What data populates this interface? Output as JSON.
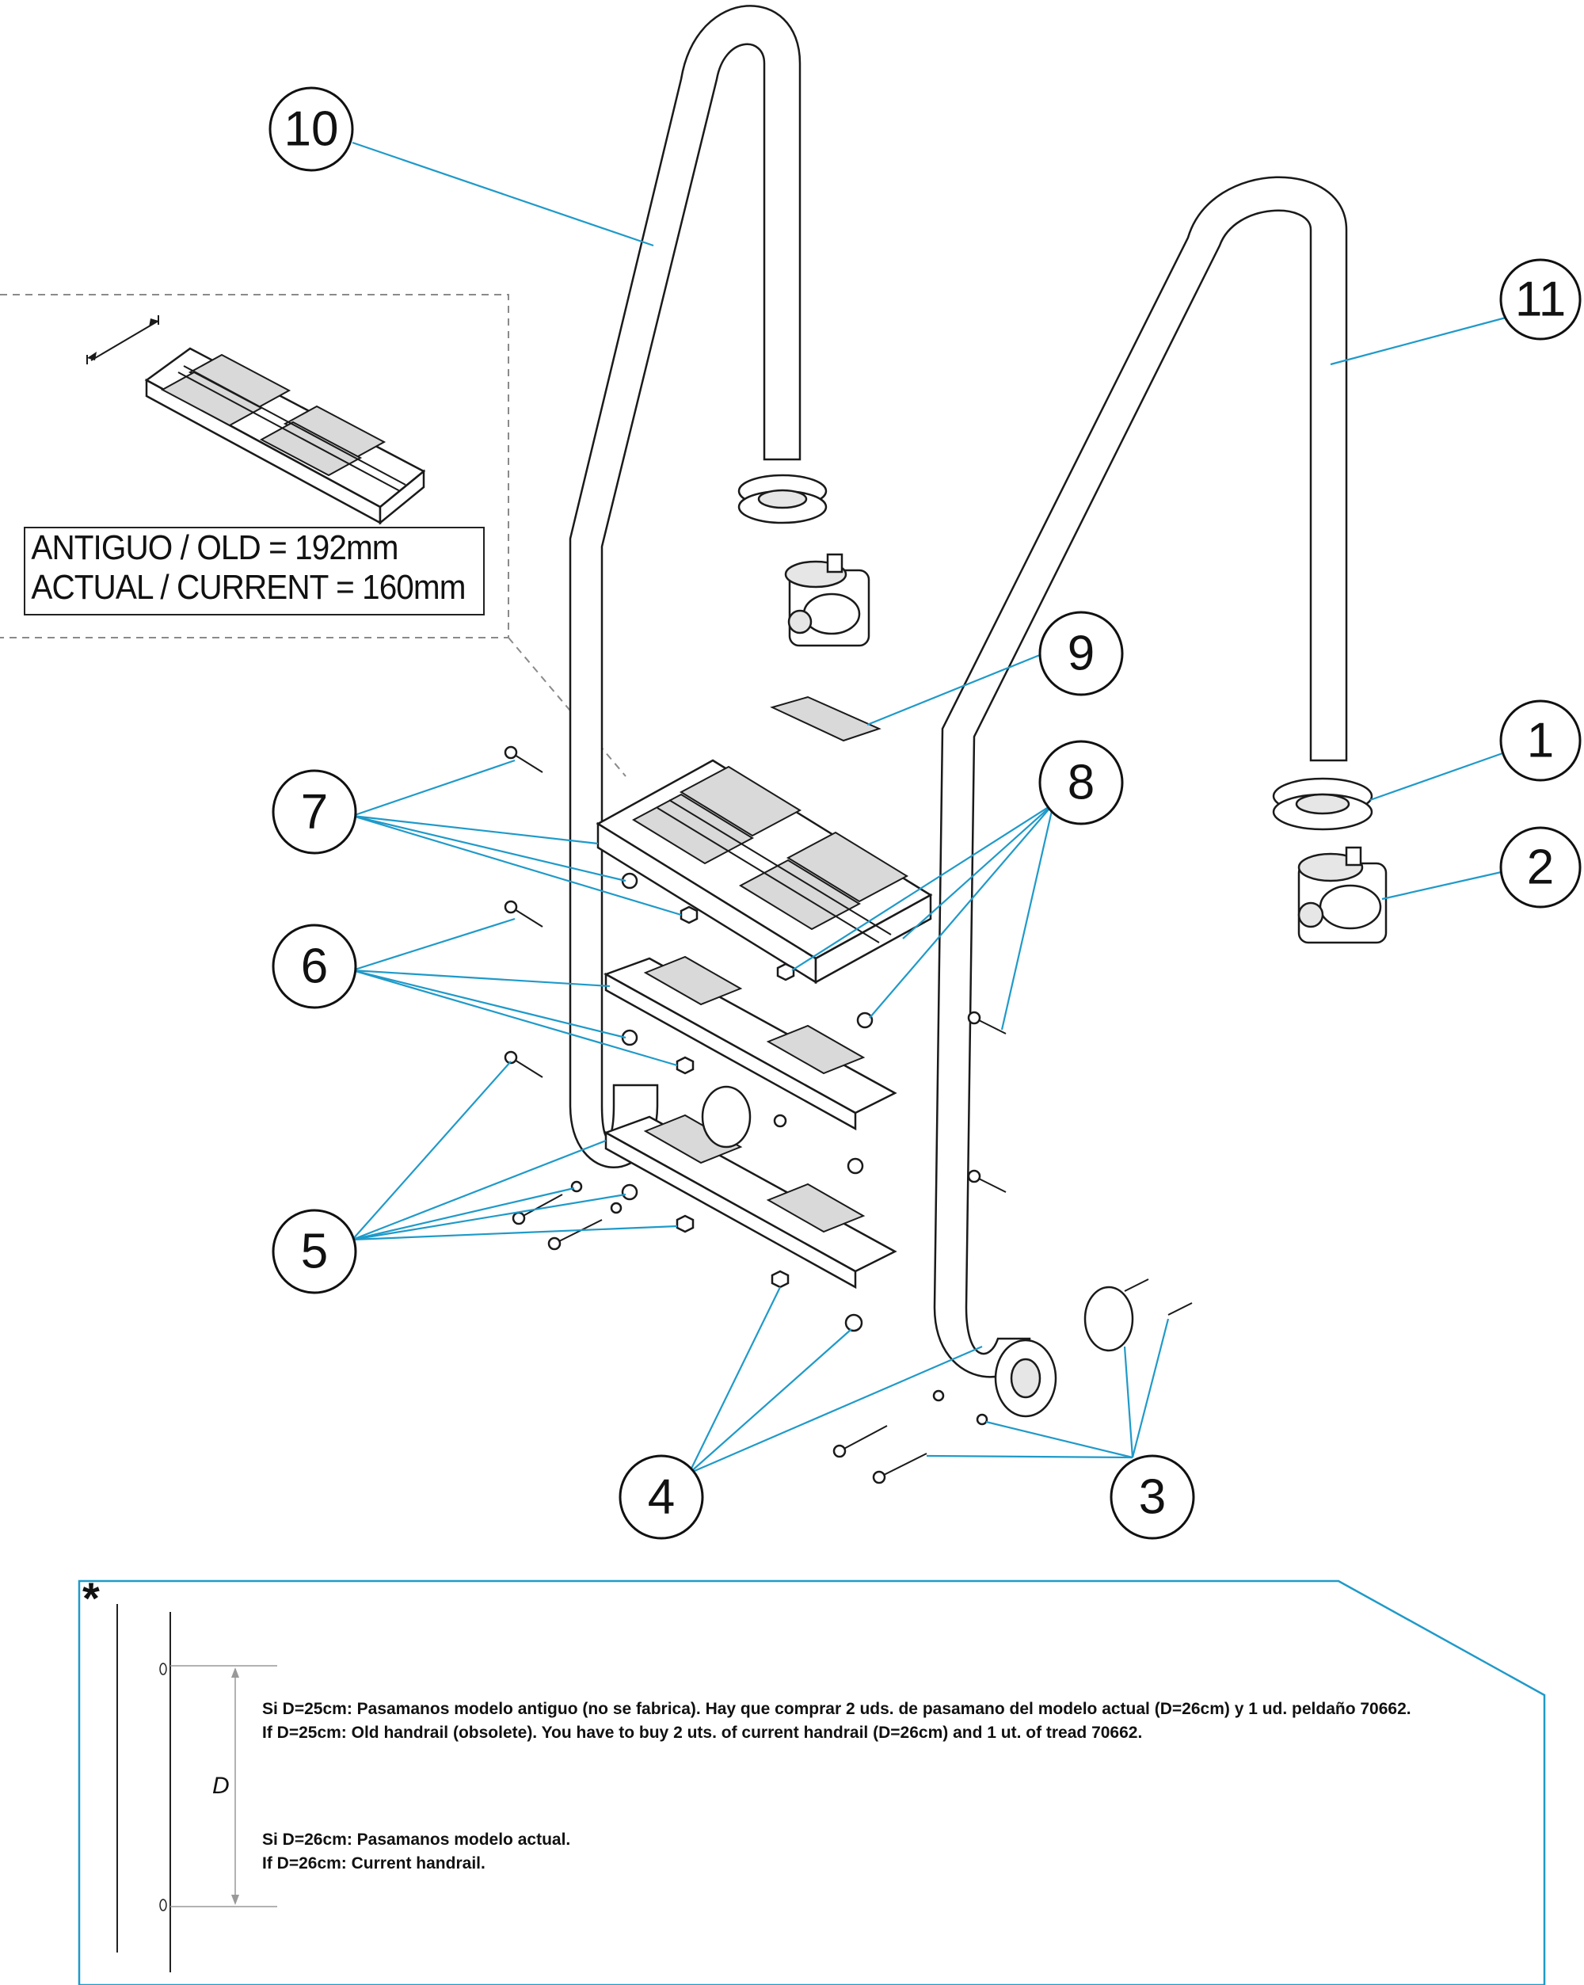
{
  "callouts": [
    {
      "number": "1"
    },
    {
      "number": "2"
    },
    {
      "number": "3"
    },
    {
      "number": "4"
    },
    {
      "number": "5"
    },
    {
      "number": "6"
    },
    {
      "number": "7"
    },
    {
      "number": "8"
    },
    {
      "number": "9"
    },
    {
      "number": "10"
    },
    {
      "number": "11"
    }
  ],
  "detail_box": {
    "line1": "ANTIGUO / OLD = 192mm",
    "line2": "ACTUAL / CURRENT = 160mm"
  },
  "note": {
    "asterisk": "*",
    "d_label": "D",
    "line1": "Si D=25cm: Pasamanos modelo antiguo (no se fabrica). Hay que comprar 2 uds. de pasamano del modelo actual (D=26cm) y 1 ud. peldaño 70662.",
    "line2": "If D=25cm: Old handrail (obsolete). You have to buy 2 uts. of current handrail (D=26cm) and 1 ut. of tread 70662.",
    "line3": "Si D=26cm: Pasamanos modelo actual.",
    "line4": "If D=26cm: Current handrail."
  },
  "colors": {
    "leader": "#1f9ac9",
    "ink": "#111111",
    "mesh": "#d9d9d9"
  }
}
